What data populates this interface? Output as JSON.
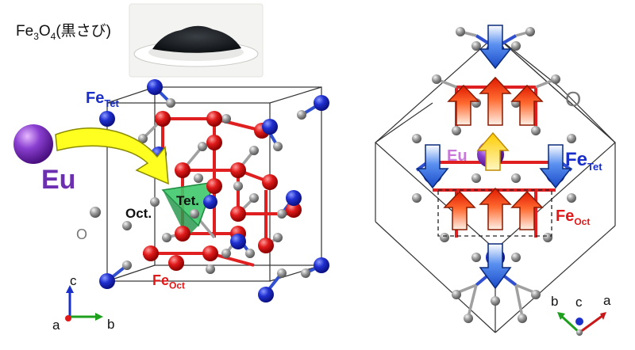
{
  "photo": {
    "caption_formula": "Fe",
    "caption_sub1": "3",
    "caption_mid": "O",
    "caption_sub2": "4",
    "caption_text": "(黒さび)"
  },
  "left_panel": {
    "fe_tet_main": "Fe",
    "fe_tet_sub": "Tet",
    "fe_oct_main": "Fe",
    "fe_oct_sub": "Oct",
    "eu_label": "Eu",
    "oct_label": "Oct.",
    "tet_label": "Tet.",
    "o_label": "O",
    "axes": {
      "c": "c",
      "a": "a",
      "b": "b"
    }
  },
  "right_panel": {
    "o_label": "O",
    "eu_label": "Eu",
    "fe_tet_main": "Fe",
    "fe_tet_sub": "Tet",
    "fe_oct_main": "Fe",
    "fe_oct_sub": "Oct",
    "axes": {
      "b": "b",
      "c": "c",
      "a": "a"
    }
  },
  "colors": {
    "eu": "#8a3fd0",
    "fe_tet": "#1a2fc8",
    "fe_oct": "#e01818",
    "oxygen": "#9a9a9a",
    "bond_tet": "#3050d0",
    "bond_oct": "#e02020",
    "arrow_insert": "#ffff20",
    "tetra_face": "#3fc86a",
    "spin_up": "#ff4a20",
    "spin_down": "#2a6ae0"
  }
}
